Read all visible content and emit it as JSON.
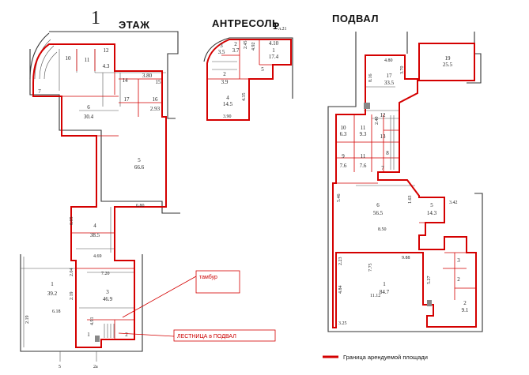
{
  "headers": {
    "floor_number": "1",
    "floor1": "ЭТАЖ",
    "mezzanine": "АНТРЕСОЛЬ",
    "mezzanine_suffix": "1",
    "mezzanine_ref": "л.21",
    "basement": "ПОДВАЛ"
  },
  "callouts": {
    "tambur": "тамбур",
    "stairs": "ЛЕСТНИЦА в ПОДВАЛ"
  },
  "legend": {
    "text": "Граница арендуемой площади",
    "color": "#d40000"
  },
  "floor1_rooms": [
    {
      "num": "10",
      "area": ""
    },
    {
      "num": "11",
      "area": ""
    },
    {
      "num": "12",
      "area": "4.3"
    },
    {
      "num": "7",
      "area": ""
    },
    {
      "num": "6",
      "area": "30.4"
    },
    {
      "num": "14",
      "area": ""
    },
    {
      "num": "3.80",
      "area": "15"
    },
    {
      "num": "17",
      "area": ""
    },
    {
      "num": "16",
      "area": "2.93"
    },
    {
      "num": "5",
      "area": "66.6"
    },
    {
      "num": "4",
      "area": "38.5"
    },
    {
      "num": "3",
      "area": "46.9"
    },
    {
      "num": "1",
      "area": "39.2"
    },
    {
      "num": "1",
      "area": ""
    },
    {
      "num": "2",
      "area": ""
    }
  ],
  "floor1_dims": [
    "6.80",
    "6.05",
    "4.69",
    "7.20",
    "2.04",
    "2.19",
    "6.18",
    "2.19",
    "4.91"
  ],
  "floor1_axes": [
    "5",
    "2а"
  ],
  "mezz_rooms": [
    {
      "num": "3",
      "area": "3.5"
    },
    {
      "num": "2",
      "area": "3.7"
    },
    {
      "num": "4.10",
      "area": "1"
    },
    {
      "num": "",
      "area": "17.4"
    },
    {
      "num": "5",
      "area": ""
    },
    {
      "num": "2",
      "area": "3.9"
    },
    {
      "num": "4",
      "area": "14.5"
    }
  ],
  "mezz_dims": [
    "2.45",
    "4.35",
    "3.90",
    "4.92"
  ],
  "basement_rooms": [
    {
      "num": "4.80",
      "area": ""
    },
    {
      "num": "17",
      "area": "33.5"
    },
    {
      "num": "19",
      "area": "25.5"
    },
    {
      "num": "10",
      "area": "6.3"
    },
    {
      "num": "11",
      "area": "9.3"
    },
    {
      "num": "12",
      "area": ""
    },
    {
      "num": "13",
      "area": ""
    },
    {
      "num": "9",
      "area": "7.6"
    },
    {
      "num": "11",
      "area": "7.6"
    },
    {
      "num": "8",
      "area": ""
    },
    {
      "num": "7",
      "area": ""
    },
    {
      "num": "6",
      "area": "56.5"
    },
    {
      "num": "5",
      "area": "14.3"
    },
    {
      "num": "1",
      "area": "84.7"
    },
    {
      "num": "3",
      "area": ""
    },
    {
      "num": "2",
      "area": ""
    },
    {
      "num": "2",
      "area": "9.1"
    }
  ],
  "basement_dims": [
    "3.70",
    "8.16",
    "5.46",
    "1.63",
    "3.42",
    "8.50",
    "9.88",
    "2.23",
    "7.75",
    "4.84",
    "11.12",
    "3.25",
    "5.27",
    "2.40"
  ]
}
